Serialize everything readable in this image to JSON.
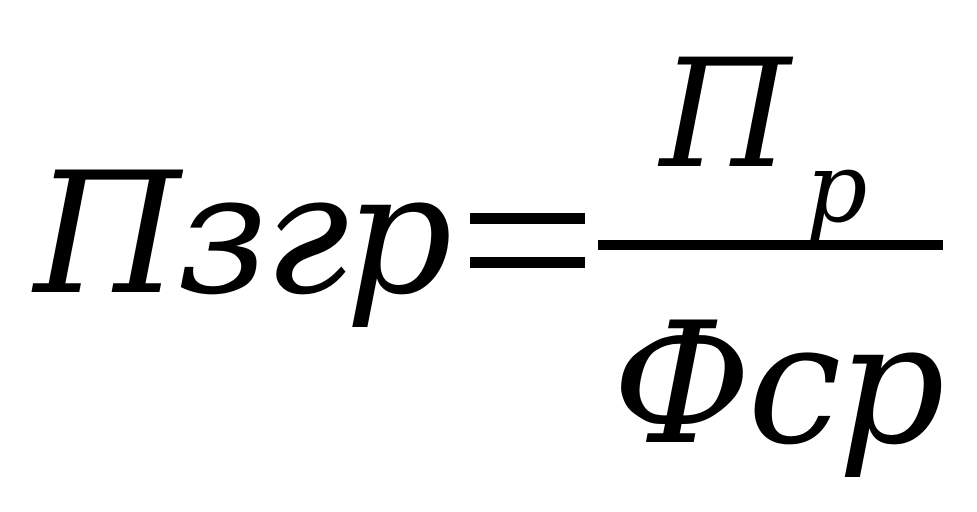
{
  "formula": {
    "lhs": "Пзгр",
    "numerator": {
      "main": "П",
      "subscript": "р"
    },
    "denominator": "Фср"
  }
}
